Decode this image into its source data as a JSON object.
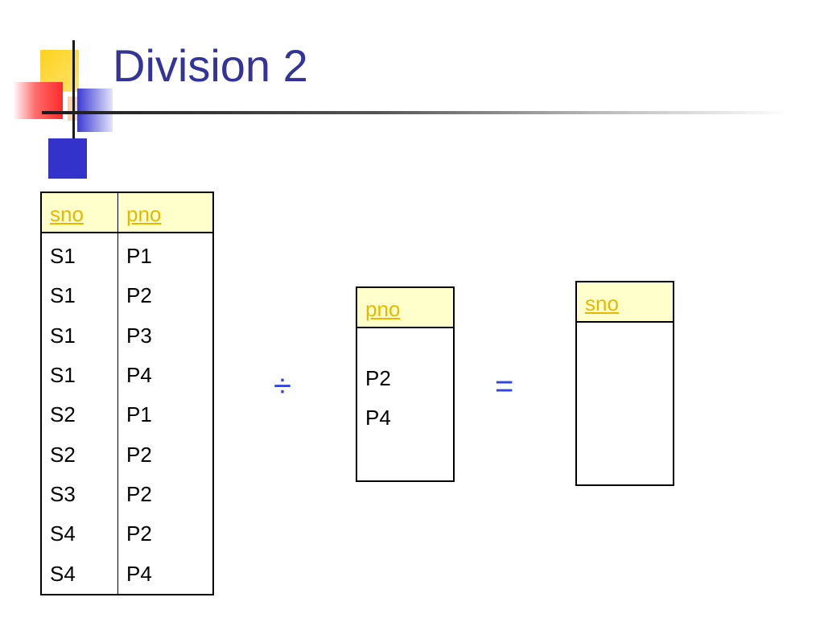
{
  "slide": {
    "title": "Division 2",
    "colors": {
      "title": "#333399",
      "header_bg": "#ffffcc",
      "header_text": "#e6b800",
      "operator": "#3344dd"
    }
  },
  "dividend": {
    "headers": [
      "sno",
      "pno"
    ],
    "rows": [
      [
        "S1",
        "P1"
      ],
      [
        "S1",
        "P2"
      ],
      [
        "S1",
        "P3"
      ],
      [
        "S1",
        "P4"
      ],
      [
        "S2",
        "P1"
      ],
      [
        "S2",
        "P2"
      ],
      [
        "S3",
        "P2"
      ],
      [
        "S4",
        "P2"
      ],
      [
        "S4",
        "P4"
      ]
    ]
  },
  "divide_symbol": "÷",
  "divisor": {
    "header": "pno",
    "values": [
      "P2",
      "P4"
    ]
  },
  "equals_symbol": "=",
  "result": {
    "header": "sno",
    "values": []
  }
}
